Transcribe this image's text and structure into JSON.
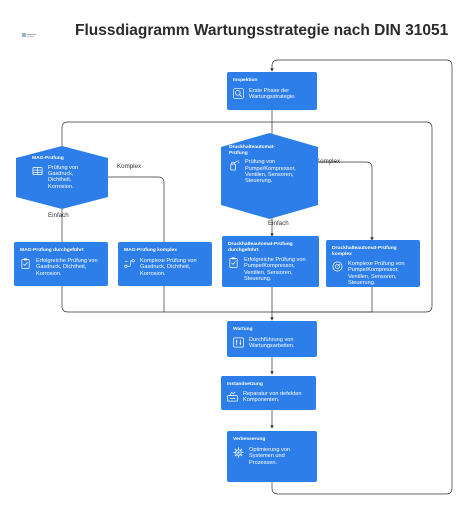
{
  "title": "Flussdiagramm Wartungsstrategie nach DIN 31051",
  "colors": {
    "node": "#2d7ee9",
    "edge": "#333333"
  },
  "nodes": {
    "inspektion": {
      "title": "Inspektion",
      "text": "Erste Phase der Wartungsstrategie.",
      "icon": "search-icon"
    },
    "mag": {
      "title": "MAG-Prüfung",
      "text": "Prüfung von Gasdruck, Dichtheit, Korrosion.",
      "icon": "layers-icon"
    },
    "druck": {
      "title": "Druckhalteautomat-Prüfung",
      "text": "Prüfung von Pumpe/Kompressor, Ventilen, Sensoren, Steuerung.",
      "icon": "spray-icon"
    },
    "mag_done": {
      "title": "MAG-Prüfung durchgeführt",
      "text": "Erfolgreiche Prüfung von Gasdruck, Dichtheit, Korrosion.",
      "icon": "clipboard-icon"
    },
    "mag_complex": {
      "title": "MAG-Prüfung komplex",
      "text": "Komplexe Prüfung von Gasdruck, Dichtheit, Korrosion.",
      "icon": "route-icon"
    },
    "druck_done": {
      "title": "Druckhalteautomat-Prüfung durchgeführt",
      "text": "Erfolgreiche Prüfung von Pumpe/Kompressor, Ventilen, Sensoren, Steuerung.",
      "icon": "clipboard-icon"
    },
    "druck_complex": {
      "title": "Druckhalteautomat-Prüfung komplex",
      "text": "Komplexe Prüfung von Pumpe/Kompressor, Ventilen, Sensoren, Steuerung.",
      "icon": "gauge-icon"
    },
    "wartung": {
      "title": "Wartung",
      "text": "Durchführung von Wartungsarbeiten.",
      "icon": "toolbox-icon"
    },
    "instand": {
      "title": "Instandsetzung",
      "text": "Reparatur von defekten Komponenten.",
      "icon": "repair-icon"
    },
    "verbesserung": {
      "title": "Verbesserung",
      "text": "Optimierung von Systemen und Prozessen.",
      "icon": "gear-icon"
    }
  },
  "edge_labels": {
    "mag_complex": "Komplex",
    "mag_simple": "Einfach",
    "druck_complex": "Komplex",
    "druck_simple": "Einfach"
  }
}
